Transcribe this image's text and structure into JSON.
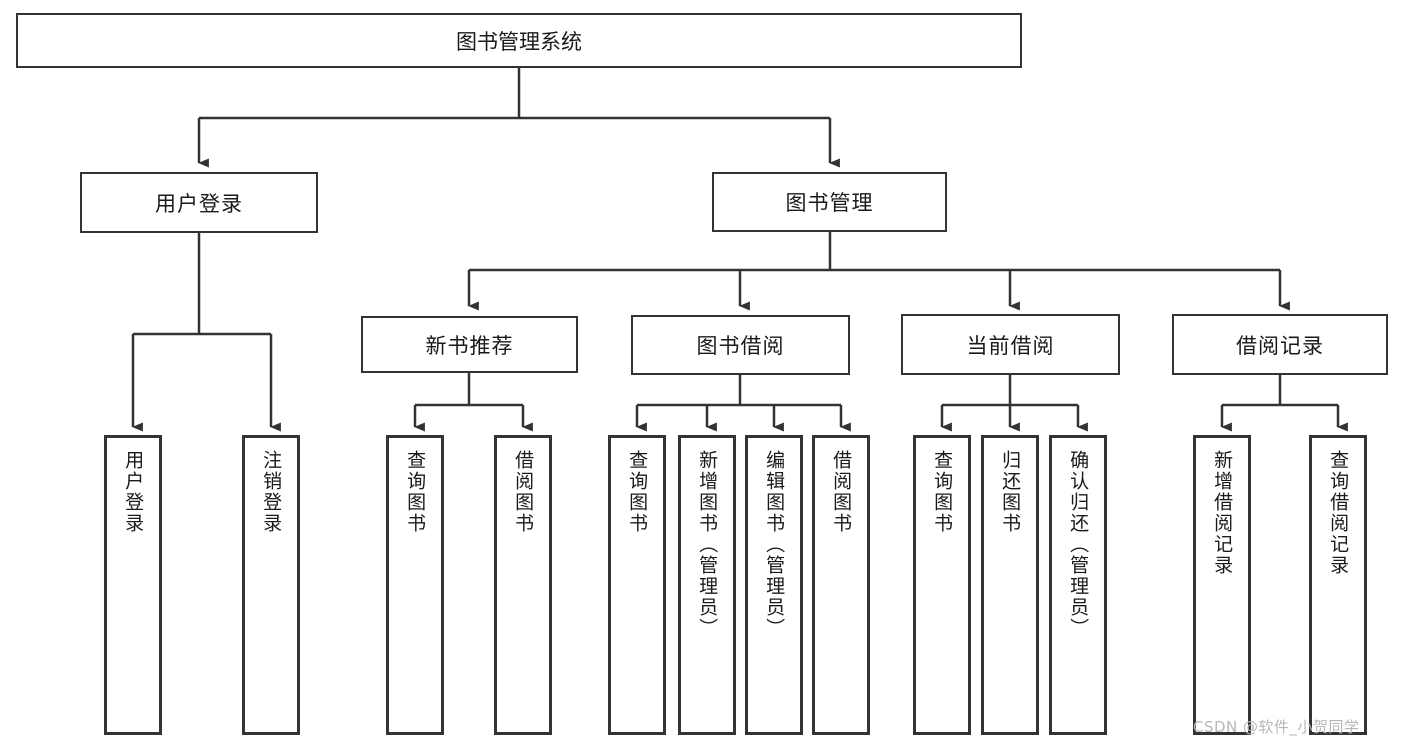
{
  "diagram": {
    "title_box": {
      "label": "图书管理系统"
    },
    "level2": [
      {
        "id": "user-login",
        "label": "用户登录"
      },
      {
        "id": "book-manage",
        "label": "图书管理"
      }
    ],
    "level3": [
      {
        "id": "new-book-recommend",
        "label": "新书推荐"
      },
      {
        "id": "book-borrow",
        "label": "图书借阅"
      },
      {
        "id": "current-borrow",
        "label": "当前借阅"
      },
      {
        "id": "borrow-record",
        "label": "借阅记录"
      }
    ],
    "leaves": {
      "user_login": [
        {
          "id": "leaf-user-login",
          "label": "用户登录"
        },
        {
          "id": "leaf-logout",
          "label": "注销登录"
        }
      ],
      "new_book_recommend": [
        {
          "id": "leaf-query-book-1",
          "label": "查询图书"
        },
        {
          "id": "leaf-borrow-book-1",
          "label": "借阅图书"
        }
      ],
      "book_borrow": [
        {
          "id": "leaf-query-book-2",
          "label": "查询图书"
        },
        {
          "id": "leaf-add-book",
          "label": "新增图书（管理员）"
        },
        {
          "id": "leaf-edit-book",
          "label": "编辑图书（管理员）"
        },
        {
          "id": "leaf-borrow-book-2",
          "label": "借阅图书"
        }
      ],
      "current_borrow": [
        {
          "id": "leaf-query-book-3",
          "label": "查询图书"
        },
        {
          "id": "leaf-return-book",
          "label": "归还图书"
        },
        {
          "id": "leaf-confirm-return",
          "label": "确认归还（管理员）"
        }
      ],
      "borrow_record": [
        {
          "id": "leaf-add-record",
          "label": "新增借阅记录"
        },
        {
          "id": "leaf-query-record",
          "label": "查询借阅记录"
        }
      ]
    }
  },
  "watermark": {
    "text": "CSDN @软件_小贺同学"
  },
  "colors": {
    "stroke": "#333333",
    "background": "#ffffff",
    "text": "#1a1a1a",
    "watermark": "#b7b7b7"
  }
}
